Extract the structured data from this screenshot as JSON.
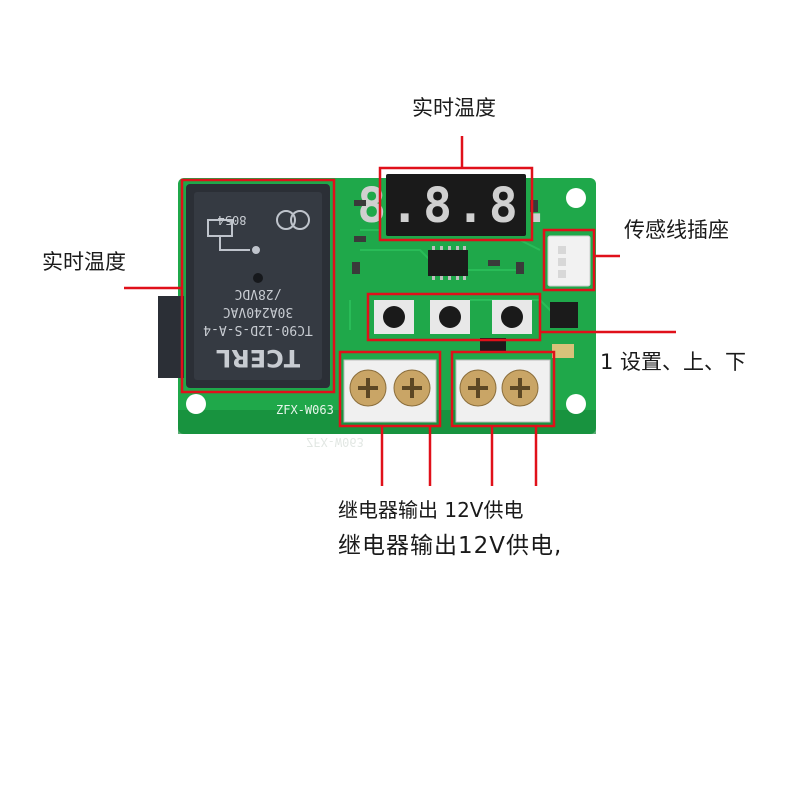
{
  "labels": {
    "top": "实时温度",
    "left": "实时温度",
    "right_sensor": "传感线插座",
    "right_buttons": "1 设置、上、下",
    "bottom_line1": "继电器输出 12V供电",
    "bottom_line2": "继电器输出12V供电,"
  },
  "board": {
    "model": "ZFX-W063",
    "display_digits": "8.8.8."
  },
  "relay": {
    "brand": "TCERL",
    "part": "TC90-12D-S-A-4",
    "rating_ac": "30A240VAC",
    "rating_dc": "/28VDC",
    "code": "8054"
  },
  "colors": {
    "pcb": "#1fa84a",
    "pcb_dark": "#168a3a",
    "relay": "#2b2f36",
    "annotation": "#e0101a",
    "terminal": "#f0f0f0",
    "screw": "#c9a566",
    "display": "#1a1a1a",
    "digit": "#d0d0d0"
  }
}
